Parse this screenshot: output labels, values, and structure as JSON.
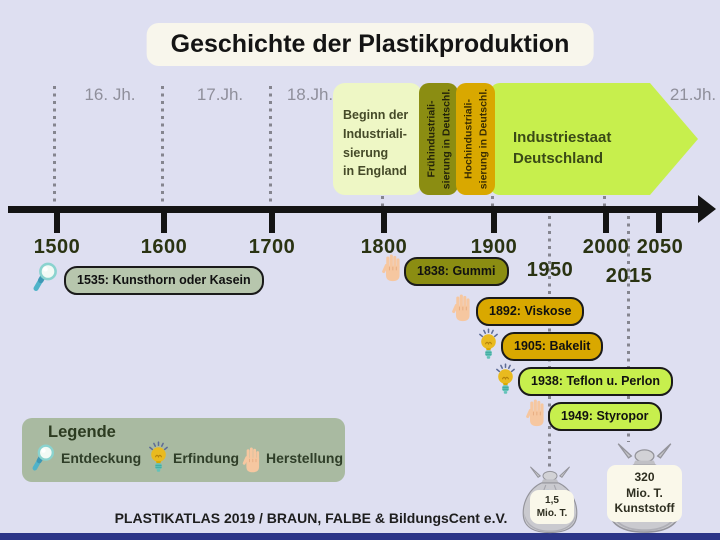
{
  "title": "Geschichte der Plastikproduktion",
  "centuries": [
    {
      "label": "16. Jh."
    },
    {
      "label": "17.Jh."
    },
    {
      "label": "18.Jh."
    },
    {
      "label": "21.Jh."
    }
  ],
  "eras": [
    {
      "label": "Beginn der\nIndustriali-\nsierung\nin England",
      "color": "#EEF7C5"
    },
    {
      "label": "Frühindustriali-\nsierung in Deutschl.",
      "color": "#8B8D12"
    },
    {
      "label": "Hochindustriali-\nsierung in Deutschl.",
      "color": "#D9A800"
    },
    {
      "label": "Industriestaat\nDeutschland",
      "color": "#C7EF4D"
    }
  ],
  "axis": {
    "years_top": [
      {
        "label": "1500"
      },
      {
        "label": "1600"
      },
      {
        "label": "1700"
      },
      {
        "label": "1800"
      },
      {
        "label": "1900"
      },
      {
        "label": "2000"
      },
      {
        "label": "2050"
      }
    ],
    "years_bottom": [
      {
        "label": "1950"
      },
      {
        "label": "2015"
      }
    ]
  },
  "events": [
    {
      "label": "1535: Kunsthorn oder Kasein",
      "icon": "magnifier-icon",
      "category": "Entdeckung",
      "color": "#B7C6AD"
    },
    {
      "label": "1838: Gummi",
      "icon": "hand-icon",
      "category": "Herstellung",
      "color": "#8B8D12"
    },
    {
      "label": "1892: Viskose",
      "icon": "hand-icon",
      "category": "Herstellung",
      "color": "#D9A800"
    },
    {
      "label": "1905: Bakelit",
      "icon": "lightbulb-icon",
      "category": "Erfindung",
      "color": "#D9A800"
    },
    {
      "label": "1938: Teflon u. Perlon",
      "icon": "lightbulb-icon",
      "category": "Erfindung",
      "color": "#C7EF4D"
    },
    {
      "label": "1949: Styropor",
      "icon": "hand-icon",
      "category": "Herstellung",
      "color": "#C7EF4D"
    }
  ],
  "legend": {
    "title": "Legende",
    "items": [
      {
        "label": "Entdeckung",
        "icon": "magnifier-icon"
      },
      {
        "label": "Erfindung",
        "icon": "lightbulb-icon"
      },
      {
        "label": "Herstellung",
        "icon": "hand-icon"
      }
    ]
  },
  "bags": [
    {
      "label": "1,5\nMio. T."
    },
    {
      "label": "320\nMio. T.\nKunststoff"
    }
  ],
  "footer": "PLASTIKATLAS 2019 / BRAUN, FALBE & BildungsCent e.V.",
  "colors": {
    "background": "#DEDFF1",
    "title_box": "#F8F6EC",
    "era_light_green": "#EEF7C5",
    "era_olive": "#8B8D12",
    "era_gold": "#D9A800",
    "era_bright_green": "#C7EF4D",
    "badge_sage": "#B7C6AD",
    "legend_sage": "#A9BAA1",
    "axis_black": "#141414",
    "dotted_gray": "#85858F",
    "year_text": "#2A3312",
    "bottom_bar_navy": "#2B3588"
  }
}
